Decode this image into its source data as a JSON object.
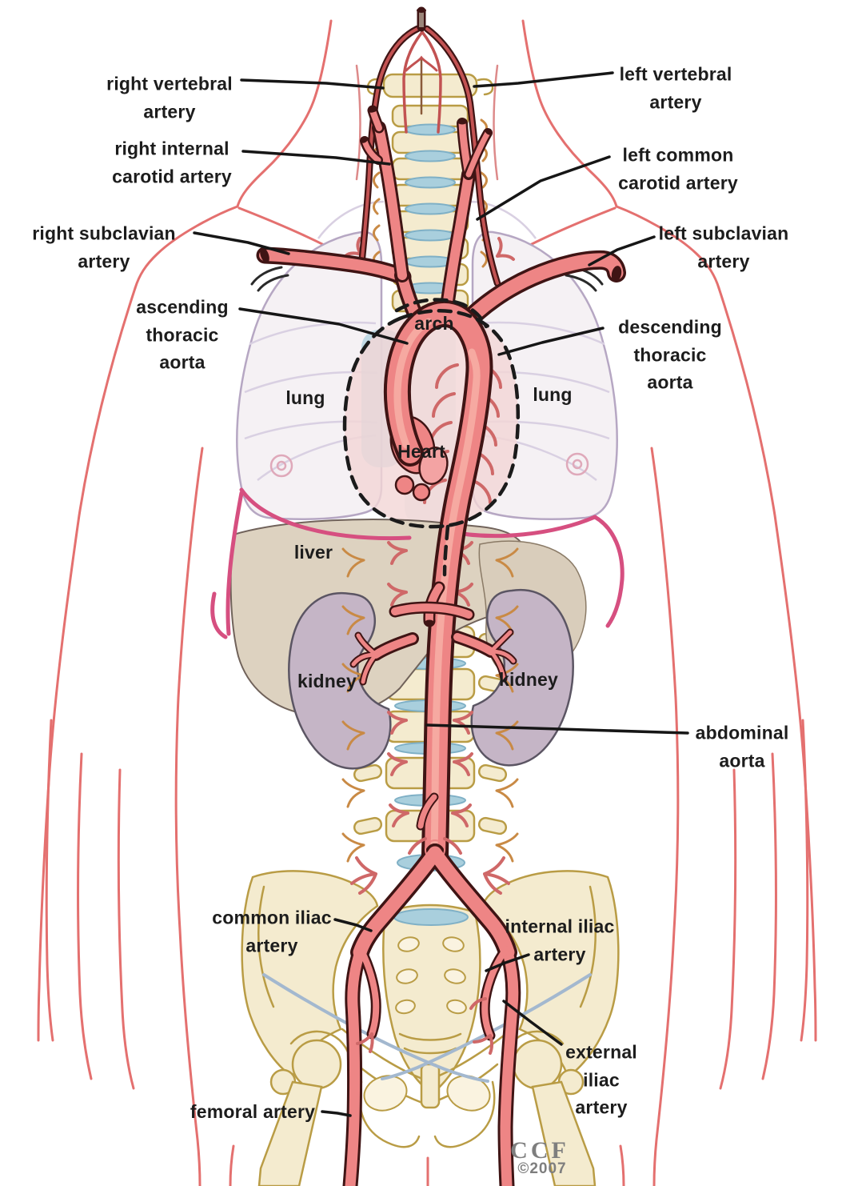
{
  "figure": {
    "type": "anatomical-diagram",
    "subject": "Major arteries of the human torso: aorta and principal branches, anterior view",
    "labels": {
      "right_vertebral_artery": "right vertebral\nartery",
      "left_vertebral_artery": "left vertebral\nartery",
      "right_internal_carotid_artery": "right internal\ncarotid artery",
      "left_common_carotid_artery": "left common\ncarotid artery",
      "right_subclavian_artery": "right subclavian\nartery",
      "left_subclavian_artery": "left subclavian\nartery",
      "ascending_thoracic_aorta": "ascending\nthoracic\naorta",
      "arch": "arch",
      "descending_thoracic_aorta": "descending\nthoracic\naorta",
      "lung_left": "lung",
      "lung_right": "lung",
      "heart": "Heart",
      "liver": "liver",
      "kidney_left": "kidney",
      "kidney_right": "kidney",
      "abdominal_aorta": "abdominal\naorta",
      "common_iliac_artery": "common iliac\nartery",
      "internal_iliac_artery": "internal iliac\nartery",
      "external_iliac_artery": "external\niliac\nartery",
      "femoral_artery": "femoral artery"
    },
    "watermark": {
      "org": "CCF",
      "year": "©2007"
    },
    "colors": {
      "page-bg": "#ffffff",
      "body-outline": "#e4706f",
      "artery": "#ee8585",
      "artery-dark": "#3f1414",
      "artery-highlight": "#f7b2a8",
      "artery-thin": "#c25252",
      "twig-red": "#cf6868",
      "bone": "#f4ebcf",
      "bone-outline": "#b99c45",
      "disc": "#a9cfdd",
      "disc-outline": "#7fb0c6",
      "lung": "#f5f1f4",
      "lung-outline": "#b6a7c3",
      "heart-fill": "#f3d6d6",
      "liver": "#ddd2c0",
      "organ-outline": "#70625a",
      "kidney": "#c5b5c6",
      "kidney-outline": "#5b5563",
      "magenta": "#d64f80",
      "tan-twig": "#c98a45",
      "inguinal": "#a3b8cf",
      "leader": "#161616",
      "label": "#1c1c1c",
      "watermark": "#7e7e7e",
      "clavicle": "#2a2a2a"
    }
  }
}
